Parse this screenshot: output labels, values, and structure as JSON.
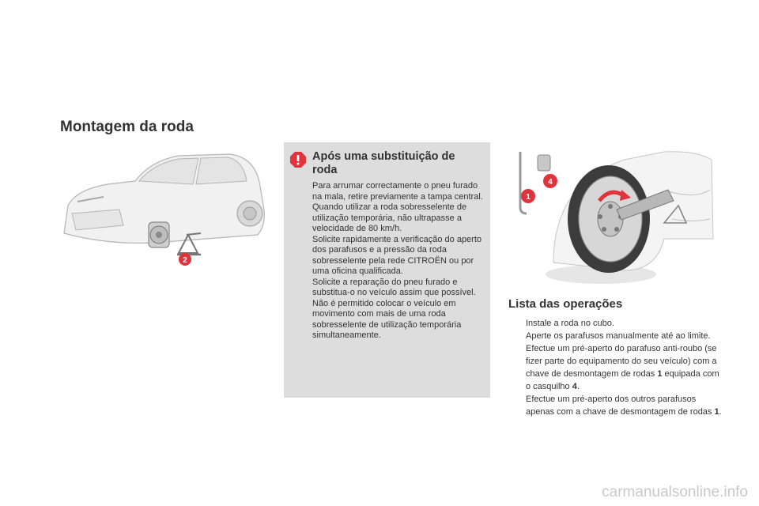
{
  "section": {
    "title": "Montagem da roda"
  },
  "car_figure": {
    "callout": "2"
  },
  "wheel_figure": {
    "callout_a": "1",
    "callout_b": "4"
  },
  "warning": {
    "icon": "exclamation-icon",
    "title": "Após uma substituição de roda",
    "lines": [
      "Para arrumar correctamente o pneu furado na mala, retire previamente a tampa central.",
      "Quando utilizar a roda sobresselente de utilização temporária, não ultrapasse a velocidade de 80 km/h.",
      "Solicite rapidamente a verificação do aperto dos parafusos e a pressão da roda sobresselente pela rede CITROËN ou por uma oficina qualificada.",
      "Solicite a reparação do pneu furado e substitua-o no veículo assim que possível.",
      "Não é permitido colocar o veículo em movimento com mais de uma roda sobresselente de utilização temporária simultaneamente."
    ]
  },
  "operations": {
    "title": "Lista das operações",
    "bullet": "",
    "items": [
      {
        "text": "Instale a roda no cubo."
      },
      {
        "text": "Aperte os parafusos manualmente até ao limite."
      },
      {
        "pre": "Efectue um pré-aperto do parafuso anti-roubo (se fizer parte do equipamento do seu veículo) com a chave de desmontagem de rodas ",
        "num1": "1",
        "mid": " equipada com o casquilho ",
        "num2": "4",
        "post": "."
      },
      {
        "pre": "Efectue um pré-aperto dos outros parafusos apenas com a chave de desmontagem de rodas ",
        "num1": "1",
        "post": "."
      }
    ]
  },
  "watermark": "carmanualsonline.info",
  "colors": {
    "callout": "#e0343c",
    "panel": "#dddddd",
    "text": "#333333"
  }
}
